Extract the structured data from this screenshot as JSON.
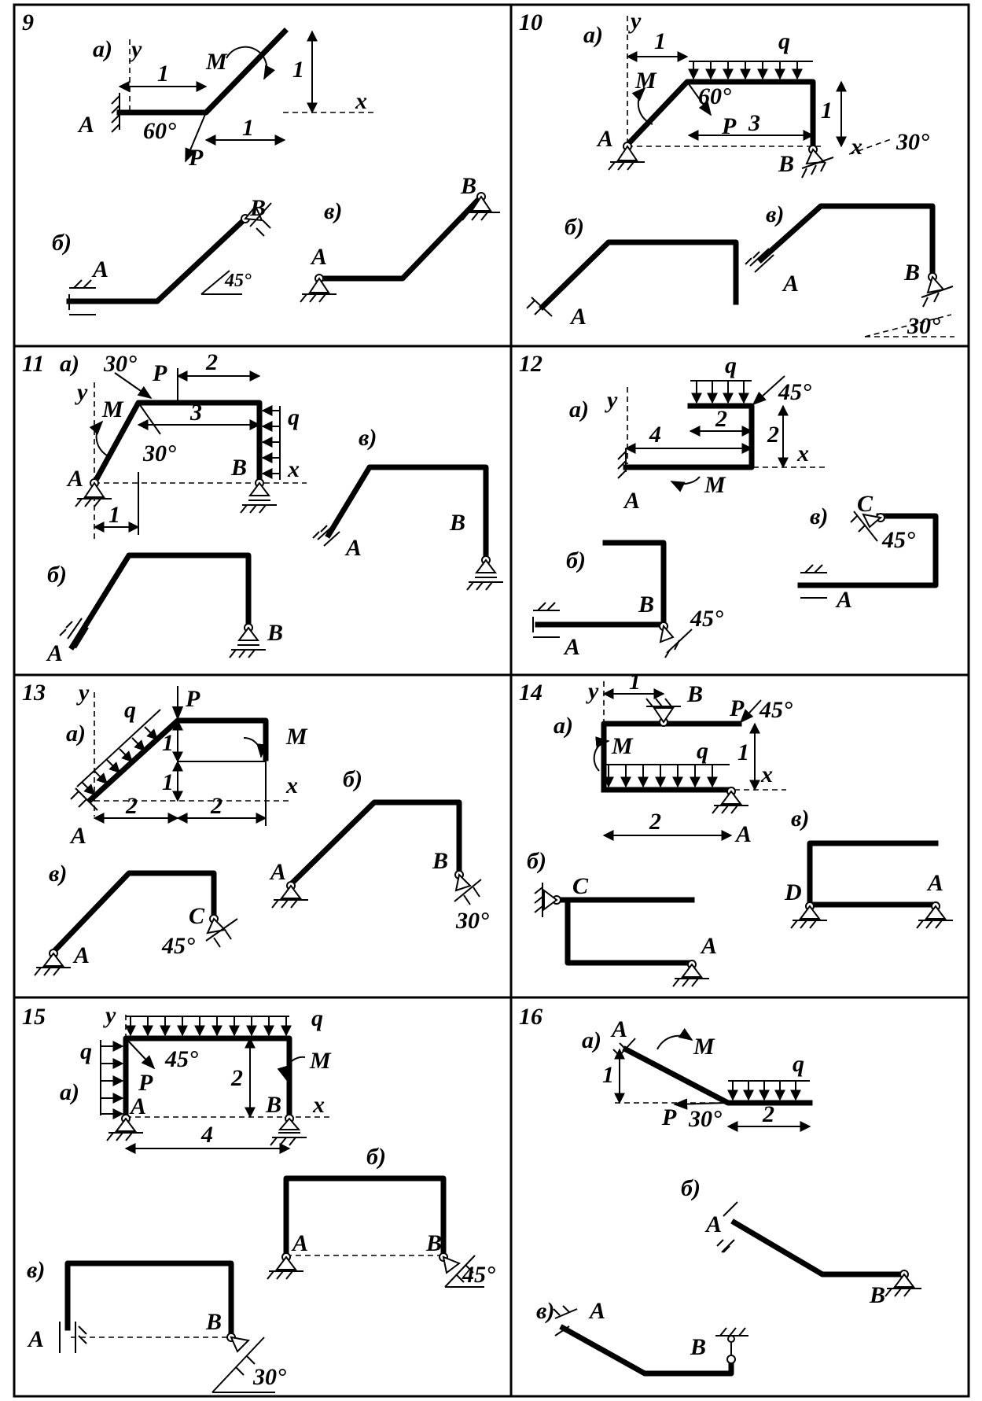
{
  "problems": [
    {
      "number": "9",
      "labels": {
        "a": "а)",
        "b": "б)",
        "v": "в)",
        "y": "y",
        "x": "x",
        "A": "A",
        "B": "B",
        "M": "M",
        "P": "P",
        "d1": "1",
        "d2": "1",
        "d3": "1",
        "ang": "60°",
        "ang2": "45°"
      }
    },
    {
      "number": "10",
      "labels": {
        "a": "а)",
        "b": "б)",
        "v": "в)",
        "y": "y",
        "x": "x",
        "A": "A",
        "B": "B",
        "M": "M",
        "P": "P",
        "q": "q",
        "d1": "1",
        "d2": "3",
        "d3": "1",
        "ang": "60°",
        "ang2": "30°",
        "ang3": "30°"
      }
    },
    {
      "number": "11",
      "labels": {
        "a": "а)",
        "b": "б)",
        "v": "в)",
        "y": "y",
        "x": "x",
        "A": "A",
        "B": "B",
        "M": "M",
        "P": "P",
        "q": "q",
        "d1": "2",
        "d2": "3",
        "d3": "1",
        "ang": "30°",
        "ang2": "30°"
      }
    },
    {
      "number": "12",
      "labels": {
        "a": "а)",
        "b": "б)",
        "v": "в)",
        "y": "y",
        "x": "x",
        "A": "A",
        "B": "B",
        "C": "C",
        "M": "M",
        "q": "q",
        "d1": "4",
        "d2": "2",
        "d3": "2",
        "ang": "45°",
        "ang2": "45°",
        "ang3": "45°"
      }
    },
    {
      "number": "13",
      "labels": {
        "a": "а)",
        "b": "б)",
        "v": "в)",
        "y": "y",
        "x": "x",
        "A": "A",
        "B": "B",
        "C": "C",
        "M": "M",
        "P": "P",
        "q": "q",
        "d1": "1",
        "d2": "1",
        "d3": "2",
        "d4": "2",
        "ang": "30°",
        "ang2": "45°"
      }
    },
    {
      "number": "14",
      "labels": {
        "a": "а)",
        "b": "б)",
        "v": "в)",
        "y": "y",
        "x": "x",
        "A": "A",
        "B": "B",
        "C": "C",
        "D": "D",
        "M": "M",
        "P": "P",
        "q": "q",
        "d1": "1",
        "d2": "1",
        "d3": "2",
        "ang": "45°"
      }
    },
    {
      "number": "15",
      "labels": {
        "a": "а)",
        "b": "б)",
        "v": "в)",
        "y": "y",
        "x": "x",
        "A": "A",
        "B": "B",
        "M": "M",
        "P": "P",
        "q": "q",
        "q2": "q",
        "d1": "2",
        "d2": "4",
        "ang": "45°",
        "ang2": "45°",
        "ang3": "30°"
      }
    },
    {
      "number": "16",
      "labels": {
        "a": "а)",
        "b": "б)",
        "v": "в)",
        "A": "A",
        "B": "B",
        "M": "M",
        "P": "P",
        "q": "q",
        "d1": "1",
        "d2": "2",
        "ang": "30°"
      }
    }
  ]
}
